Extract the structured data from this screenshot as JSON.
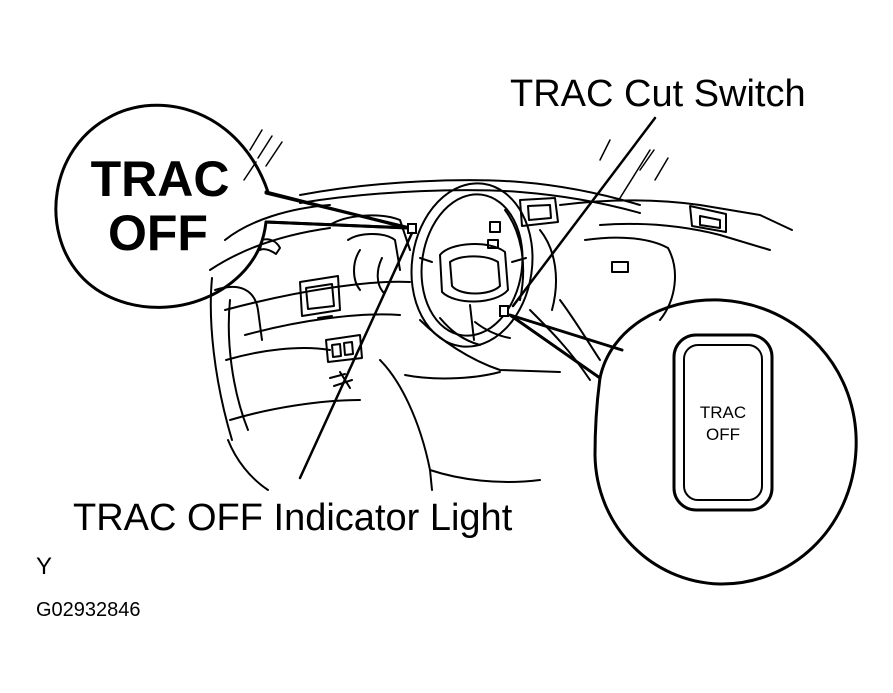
{
  "callouts": {
    "trac_cut_switch": "TRAC Cut Switch",
    "trac_off_indicator_light": "TRAC OFF Indicator Light"
  },
  "indicator_zoom": {
    "line1": "TRAC",
    "line2": "OFF"
  },
  "switch_zoom": {
    "line1": "TRAC",
    "line2": "OFF"
  },
  "footer": {
    "code": "Y",
    "figure_id": "G02932846"
  }
}
